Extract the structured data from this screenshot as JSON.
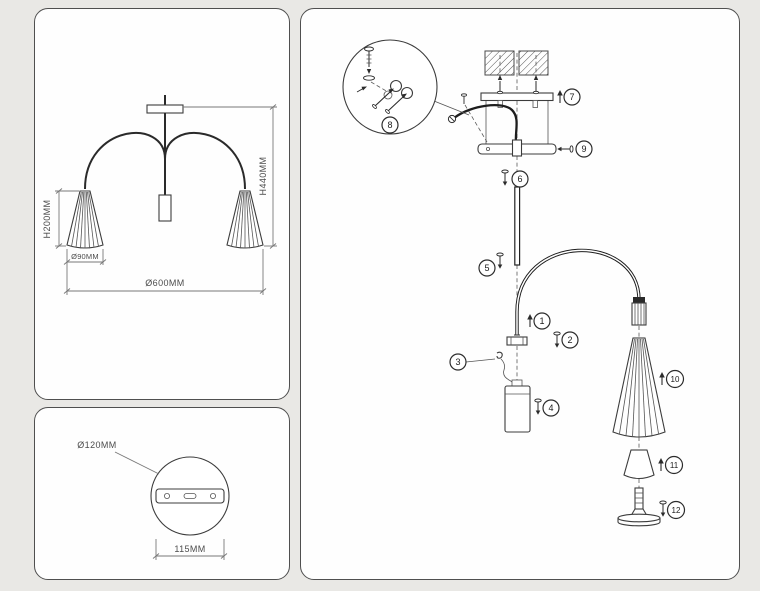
{
  "sheet": {
    "background": "#e9e8e5"
  },
  "dimensions_panel": {
    "h200": "H200MM",
    "d90": "Ø90MM",
    "h440": "H440MM",
    "d600": "Ø600MM"
  },
  "canopy_panel": {
    "d120": "Ø120MM",
    "w115": "115MM"
  },
  "assembly_panel": {
    "steps": [
      "1",
      "2",
      "3",
      "4",
      "5",
      "6",
      "7",
      "8",
      "9",
      "10",
      "11",
      "12"
    ]
  },
  "colors": {
    "panel_background": "#fefefe",
    "panel_border": "#4f4f4f",
    "line": "#3c3c3c",
    "dim_text": "#4c4c4c"
  }
}
